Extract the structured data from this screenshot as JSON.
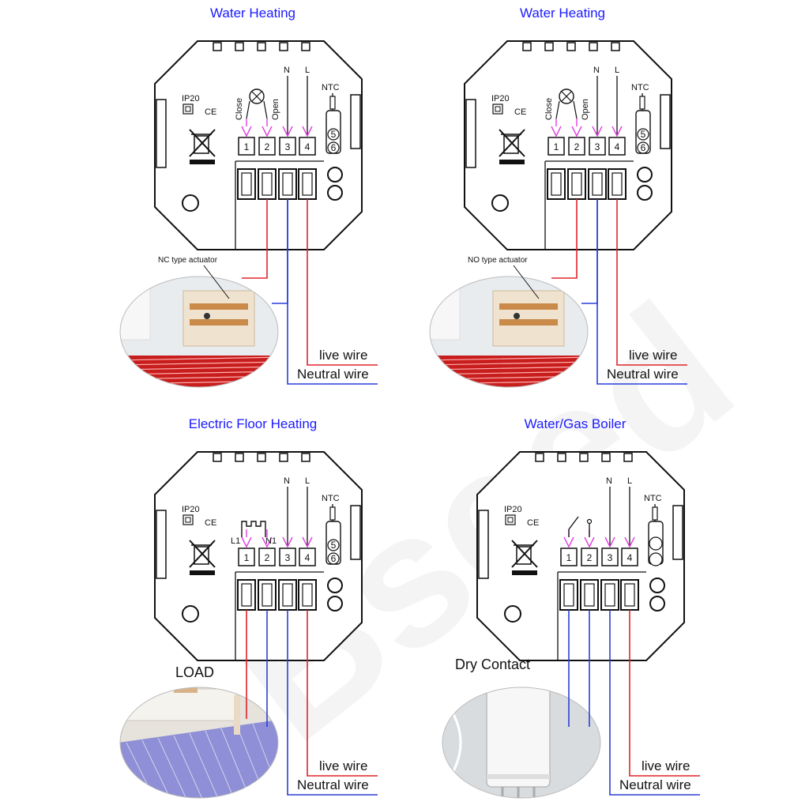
{
  "watermark": "Bseed",
  "panels": [
    {
      "title": "Water Heating",
      "caption": "NC type actuator",
      "load_label": "",
      "scene": "actuator",
      "close_label": "Close",
      "open_label": "Open"
    },
    {
      "title": "Water Heating",
      "caption": "NO type actuator",
      "load_label": "",
      "scene": "actuator",
      "close_label": "Close",
      "open_label": "Open"
    },
    {
      "title": "Electric Floor Heating",
      "caption": "",
      "load_label": "LOAD",
      "scene": "floor",
      "l1_label": "L1",
      "n1_label": "N1"
    },
    {
      "title": "Water/Gas Boiler",
      "caption": "",
      "load_label": "Dry Contact",
      "scene": "boiler"
    }
  ],
  "device": {
    "ip_label": "IP20",
    "ce_label": "CE",
    "n_label": "N",
    "l_label": "L",
    "ntc_label": "NTC",
    "terminals": [
      "1",
      "2",
      "3",
      "4"
    ],
    "ntc_terminals": [
      "5",
      "6"
    ]
  },
  "wires": {
    "live_label": "live wire",
    "neutral_label": "Neutral wire",
    "live_color": "#e0242a",
    "neutral_color": "#2a3fd6"
  }
}
